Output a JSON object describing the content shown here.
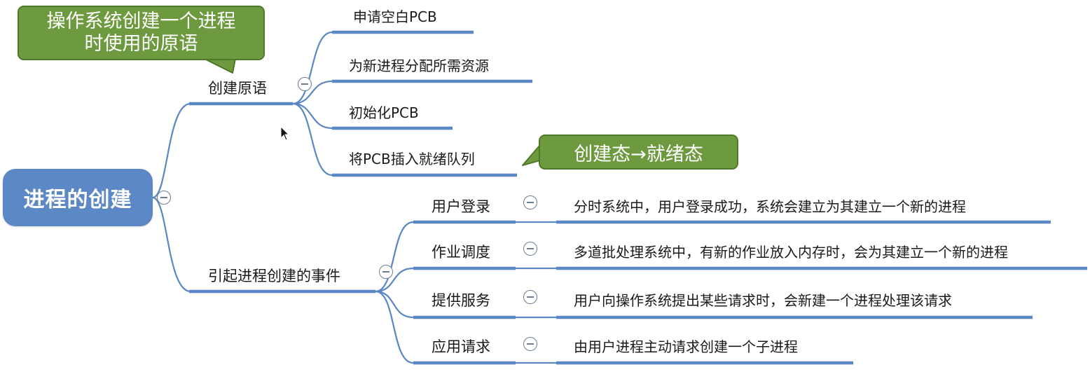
{
  "root": {
    "label": "进程的创建"
  },
  "branches": [
    {
      "label": "创建原语",
      "children": [
        {
          "label": "申请空白PCB"
        },
        {
          "label": "为新进程分配所需资源"
        },
        {
          "label": "初始化PCB"
        },
        {
          "label": "将PCB插入就绪队列"
        }
      ]
    },
    {
      "label": "引起进程创建的事件",
      "children": [
        {
          "label": "用户登录",
          "detail": "分时系统中，用户登录成功，系统会建立为其建立一个新的进程"
        },
        {
          "label": "作业调度",
          "detail": "多道批处理系统中，有新的作业放入内存时，会为其建立一个新的进程"
        },
        {
          "label": "提供服务",
          "detail": "用户向操作系统提出某些请求时，会新建一个进程处理该请求"
        },
        {
          "label": "应用请求",
          "detail": "由用户进程主动请求创建一个子进程"
        }
      ]
    }
  ],
  "callouts": {
    "primitive_note": {
      "line1": "操作系统创建一个进程",
      "line2": "时使用的原语"
    },
    "state_note": "创建态→就绪态"
  },
  "colors": {
    "root_fill": "#5d88c6",
    "connector": "#5b87c4",
    "callout_fill": "#6e9a3f",
    "collapse_stroke": "#6b7d92"
  }
}
